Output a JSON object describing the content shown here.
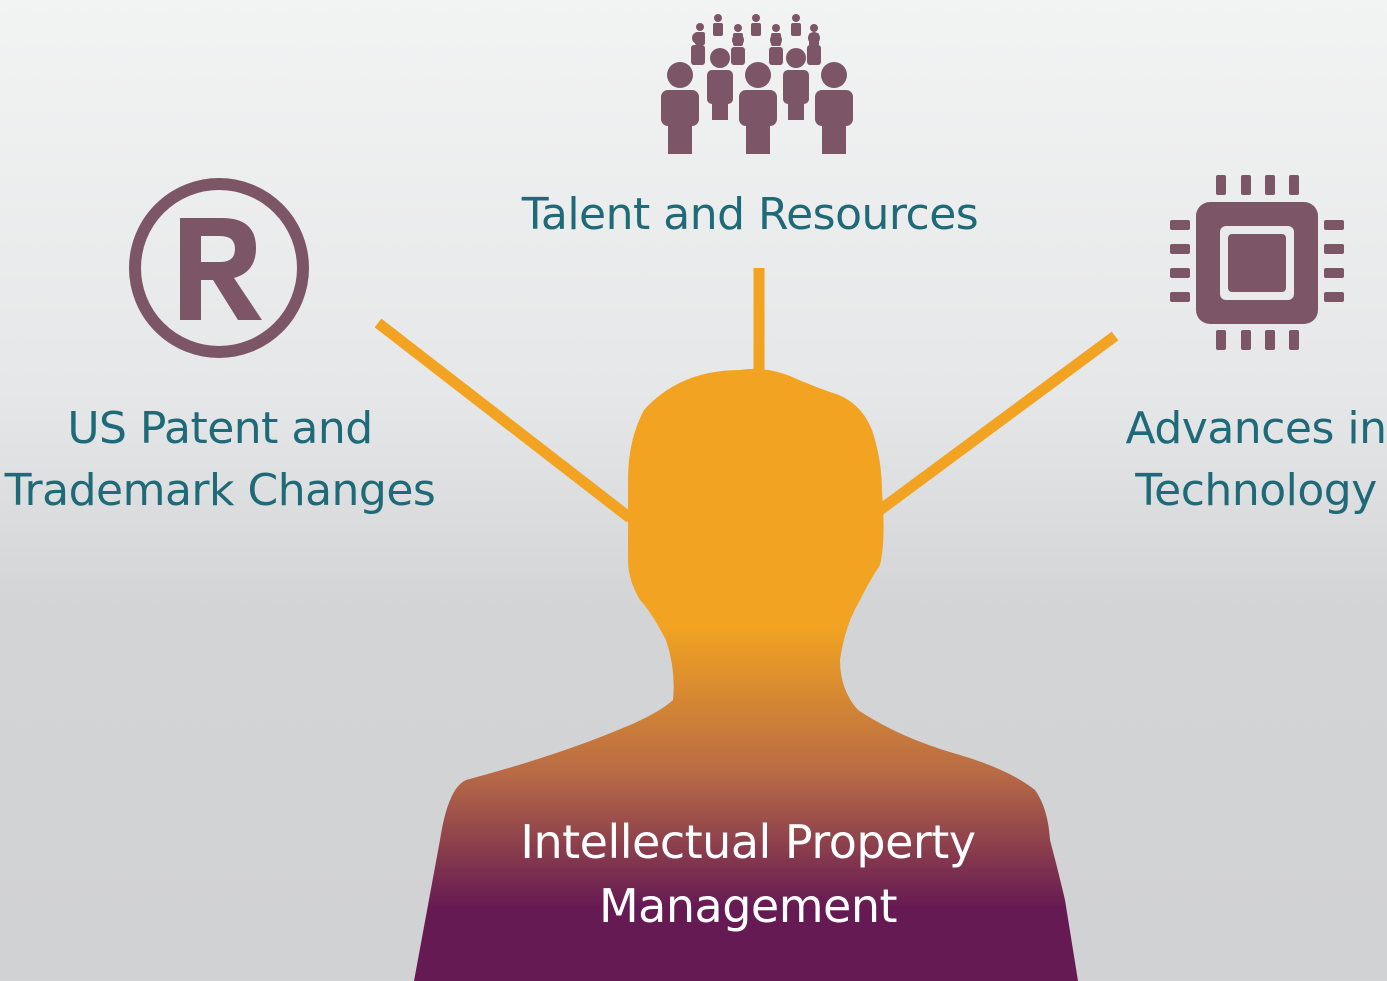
{
  "colors": {
    "label_teal": "#1e6a78",
    "icon_mauve": "#7c5567",
    "connector_orange": "#f2a321",
    "silhouette_top": "#f2a321",
    "silhouette_bottom": "#661a53",
    "center_text": "#ffffff"
  },
  "nodes": {
    "talent": {
      "icon": "crowd-icon",
      "label": "Talent and Resources"
    },
    "patent": {
      "icon": "registered-trademark-icon",
      "line1": "US Patent and",
      "line2": "Trademark Changes"
    },
    "technology": {
      "icon": "microchip-icon",
      "line1": "Advances in",
      "line2": "Technology"
    }
  },
  "center": {
    "icon": "person-head-silhouette",
    "line1": "Intellectual Property",
    "line2": "Management"
  }
}
